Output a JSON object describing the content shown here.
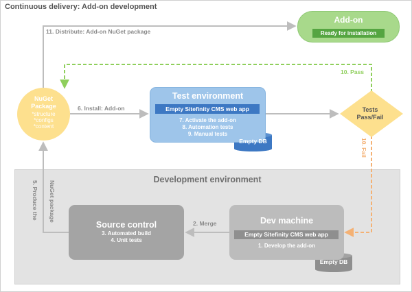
{
  "title": "Continuous delivery: Add-on development",
  "addon": {
    "title": "Add-on",
    "status": "Ready for installation"
  },
  "test_environment": {
    "title": "Test environment",
    "app": "Empty Sitefinity CMS web app",
    "steps": [
      "7. Activate the add-on",
      "8. Automation tests",
      "9. Manual tests"
    ],
    "db": "Empty DB"
  },
  "nuget": {
    "title_line1": "NuGet",
    "title_line2": "Package",
    "items": [
      "*structure",
      "*configs",
      "*content"
    ]
  },
  "tests_decision": {
    "line1": "Tests",
    "line2": "Pass/Fail"
  },
  "development_environment": {
    "label": "Development environment"
  },
  "dev_machine": {
    "title": "Dev machine",
    "app": "Empty Sitefinity CMS web app",
    "step": "1. Develop the add-on",
    "db": "Empty DB"
  },
  "source_control": {
    "title": "Source control",
    "steps": [
      "3. Automated build",
      "4. Unit tests"
    ]
  },
  "arrows": {
    "distribute": "11. Distribute: Add-on NuGet package",
    "install": "6. Install: Add-on",
    "pass": "10. Pass",
    "fail": "10. Fail",
    "merge": "2. Merge",
    "produce_line1": "5. Produce the",
    "produce_line2": "NuGet package"
  },
  "colors": {
    "gray_arrow": "#bdbdbd",
    "pass_green": "#8fcf5c",
    "fail_orange": "#f4b174",
    "addon_green": "#a8d98b",
    "test_blue": "#9ec5ea",
    "nuget_yellow": "#fde08e"
  }
}
